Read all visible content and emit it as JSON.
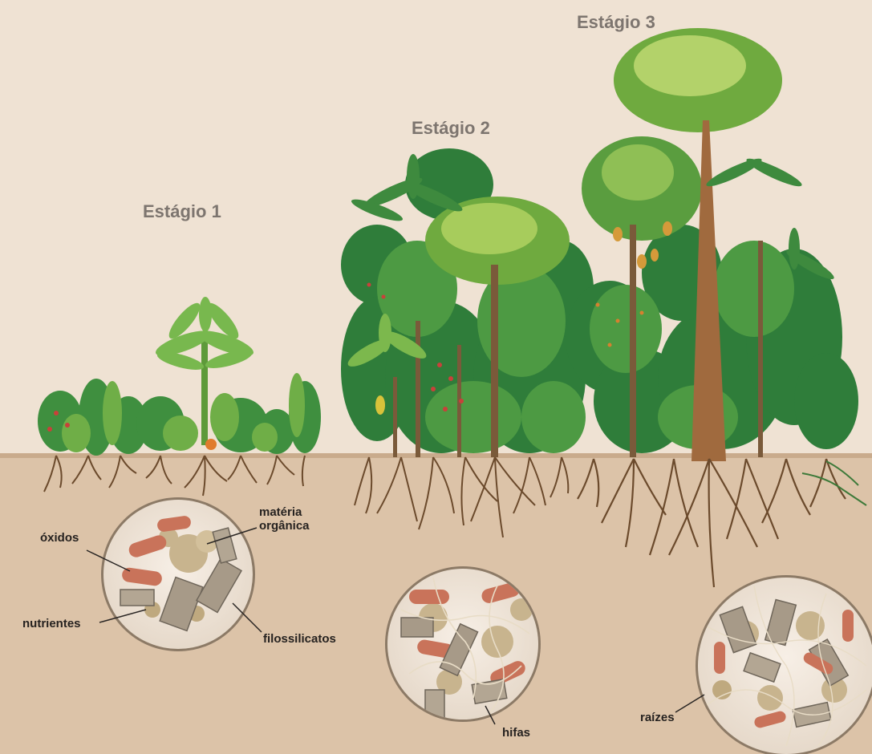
{
  "stages": {
    "stage1": "Estágio 1",
    "stage2": "Estágio 2",
    "stage3": "Estágio 3"
  },
  "labels": {
    "oxidos": "óxidos",
    "materia_line1": "matéria",
    "materia_line2": "orgânica",
    "nutrientes": "nutrientes",
    "filossilicatos": "filossilicatos",
    "hifas": "hifas",
    "raizes": "raízes"
  },
  "colors": {
    "sky": "#efe2d3",
    "soil": "#dcc3a8",
    "root": "#6b4a2c",
    "foliage_dark": "#2f7d3a",
    "foliage_light": "#7fb84a",
    "oxide": "#c9735a",
    "phyllosilicate": "#a79a88",
    "organic_matter": "#c8b48e"
  }
}
